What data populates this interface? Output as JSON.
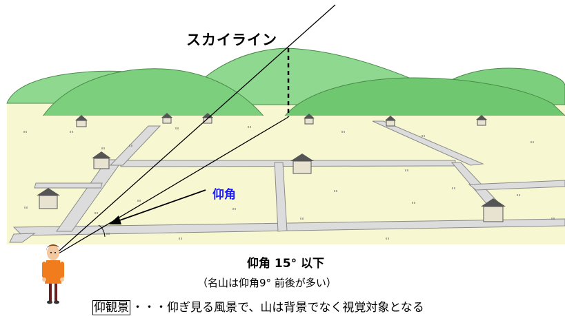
{
  "labels": {
    "skyline": "スカイライン",
    "elevation_angle": "仰角",
    "rule": "仰角 15° 以下",
    "note": "（名山は仰角9° 前後が多い）",
    "caption_term": "仰観景",
    "caption_rest": "・・・仰ぎ見る風景で、山は背景でなく視覚対象となる"
  },
  "colors": {
    "label_accent": "#1a1aff",
    "hill": "#7acf7a",
    "ground": "#f7f7d2",
    "road": "#dcdcdc"
  },
  "icons": [
    "person-icon",
    "house-icon",
    "grass-tuft-icon"
  ]
}
